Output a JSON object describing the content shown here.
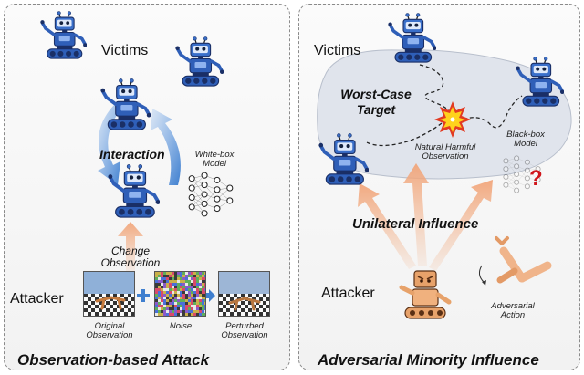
{
  "left": {
    "victims_label": "Victims",
    "interaction_label": "Interaction",
    "whitebox_label": "White-box\nModel",
    "change_label": "Change\nObservation",
    "attacker_label": "Attacker",
    "orig_label": "Original\nObservation",
    "noise_label": "Noise",
    "perturbed_label": "Perturbed\nObservation",
    "title": "Observation-based Attack"
  },
  "right": {
    "victims_label": "Victims",
    "worst_case_label": "Worst-Case\nTarget",
    "natural_label": "Natural Harmful\nObservation",
    "blackbox_label": "Black-box\nModel",
    "unilateral_label": "Unilateral Influence",
    "attacker_label": "Attacker",
    "adv_action_label": "Adversarial\nAction",
    "title": "Adversarial Minority Influence"
  },
  "colors": {
    "robot_blue": "#2f5fb8",
    "attacker_orange": "#e7a26a",
    "arrow_blue": "#3f7fcf",
    "arrow_orange": "#f3b58e",
    "question_mark": "#d0161c"
  }
}
